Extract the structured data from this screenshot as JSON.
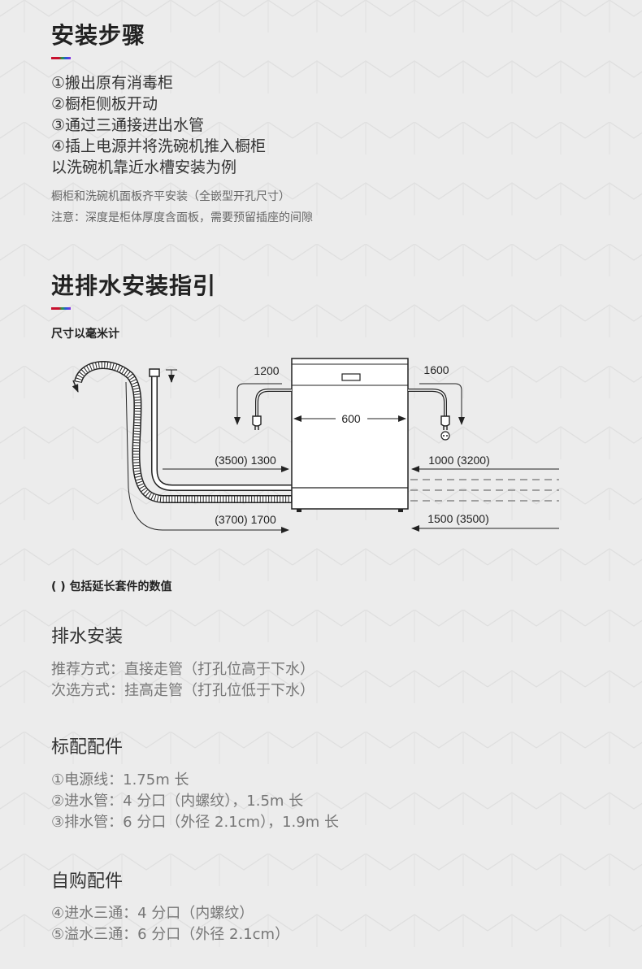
{
  "section1": {
    "title": "安装步骤",
    "steps": [
      "①搬出原有消毒柜",
      "②橱柜侧板开动",
      "③通过三通接进出水管",
      "④插上电源并将洗碗机推入橱柜",
      "以洗碗机靠近水槽安装为例"
    ],
    "notes": [
      "橱柜和洗碗机面板齐平安装（全嵌型开孔尺寸）",
      "注意：深度是柜体厚度含面板，需要预留插座的间隙"
    ]
  },
  "section2": {
    "title": "进排水安装指引",
    "unit_note": "尺寸以毫米计",
    "diagram": {
      "left_top": "1200",
      "right_top": "1600",
      "width": "600",
      "left_mid": "(3500) 1300",
      "right_mid": "1000 (3200)",
      "left_bottom": "(3700) 1700",
      "right_bottom": "1500 (3500)"
    },
    "bracket_note": "( ) 包括延长套件的数值"
  },
  "drain": {
    "title": "排水安装",
    "lines": [
      "推荐方式：直接走管（打孔位高于下水）",
      "次选方式：挂高走管（打孔位低于下水）"
    ]
  },
  "standard": {
    "title": "标配配件",
    "lines": [
      "①电源线：1.75m 长",
      "②进水管：4 分口（内螺纹），1.5m 长",
      "③排水管：6 分口（外径 2.1cm），1.9m 长"
    ]
  },
  "purchase": {
    "title": "自购配件",
    "lines": [
      "④进水三通：4 分口（内螺纹）",
      "⑤溢水三通：6 分口（外径 2.1cm）"
    ]
  },
  "colors": {
    "accent_red": "#c8102e",
    "accent_green": "#2a9d3a",
    "accent_blue": "#1e5bd8",
    "background": "#ececec"
  }
}
